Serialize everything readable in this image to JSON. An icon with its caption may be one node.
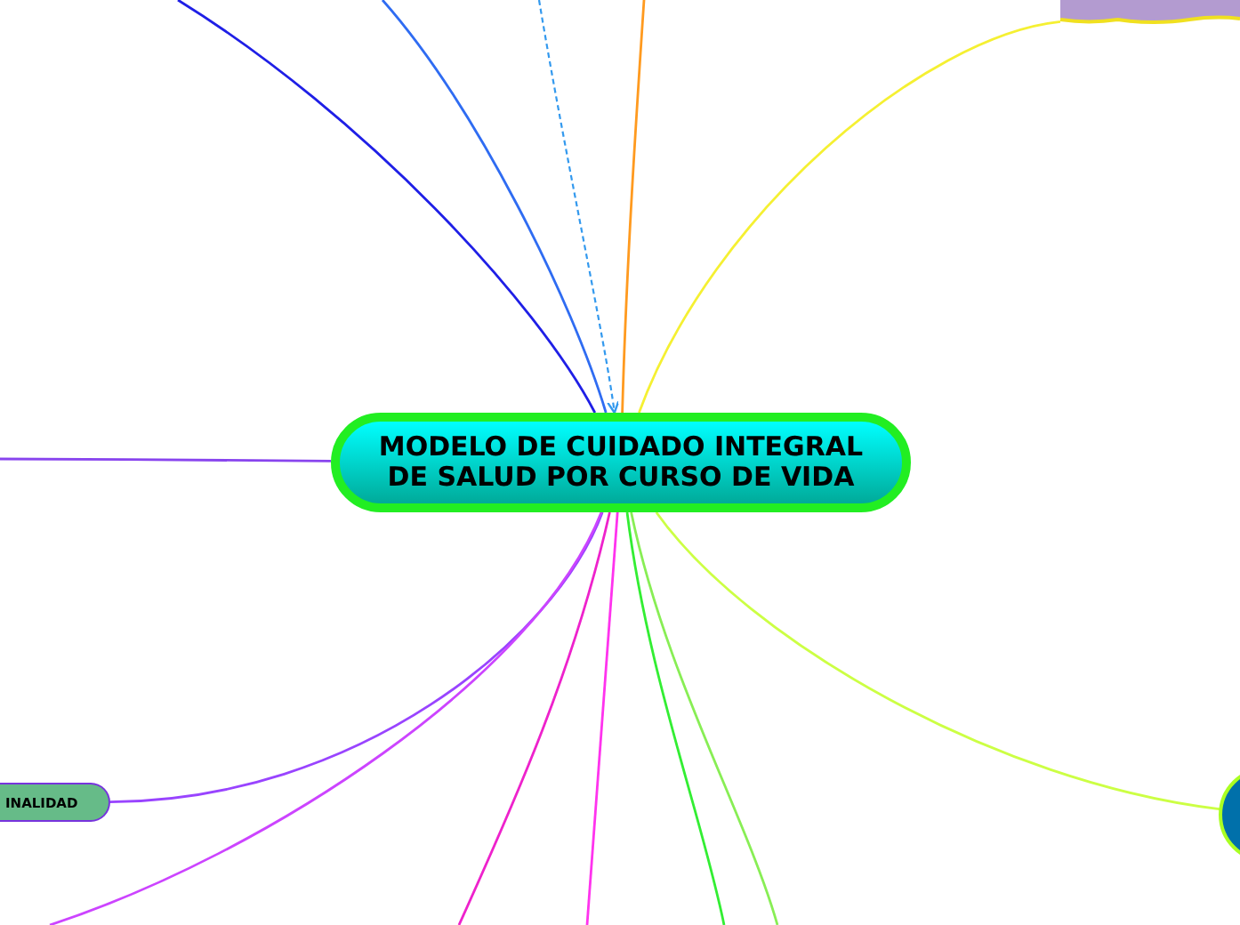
{
  "diagram": {
    "nodes": [
      {
        "text": [],
        "shape": "cloud"
      },
      {
        "text": [
          "MODELO DE CUIDADO INTEGRAL DE SALUD POR CURSO DE VIDA"
        ]
      },
      {
        "text": [
          "INALIDAD"
        ]
      },
      {
        "text": [],
        "shape": "circle"
      }
    ],
    "edges": [
      {
        "from": null,
        "to": 1,
        "arrow": "to",
        "style": "dashed",
        "color": "#3399ee"
      },
      {
        "from": 1,
        "to": null,
        "arrow": "none",
        "color": "#2f6cf2"
      },
      {
        "from": 1,
        "to": null,
        "arrow": "none",
        "color": "#1f1fe6"
      },
      {
        "from": 1,
        "to": null,
        "arrow": "none",
        "color": "#8844ee"
      },
      {
        "from": 1,
        "to": 2,
        "arrow": "none",
        "color": "#9944ff"
      },
      {
        "from": 1,
        "to": null,
        "arrow": "none",
        "color": "#cc44ff"
      },
      {
        "from": 1,
        "to": null,
        "arrow": "none",
        "color": "#ee22cc"
      },
      {
        "from": 1,
        "to": null,
        "arrow": "none",
        "color": "#ff33ee"
      },
      {
        "from": 1,
        "to": null,
        "arrow": "none",
        "color": "#33ee33"
      },
      {
        "from": 1,
        "to": null,
        "arrow": "none",
        "color": "#88ee55"
      },
      {
        "from": 1,
        "to": 3,
        "arrow": "none",
        "color": "#ccff44"
      },
      {
        "from": 1,
        "to": 0,
        "arrow": "none",
        "color": "#f5f032"
      },
      {
        "from": 1,
        "to": null,
        "arrow": "none",
        "color": "#ff9a1f"
      }
    ]
  }
}
